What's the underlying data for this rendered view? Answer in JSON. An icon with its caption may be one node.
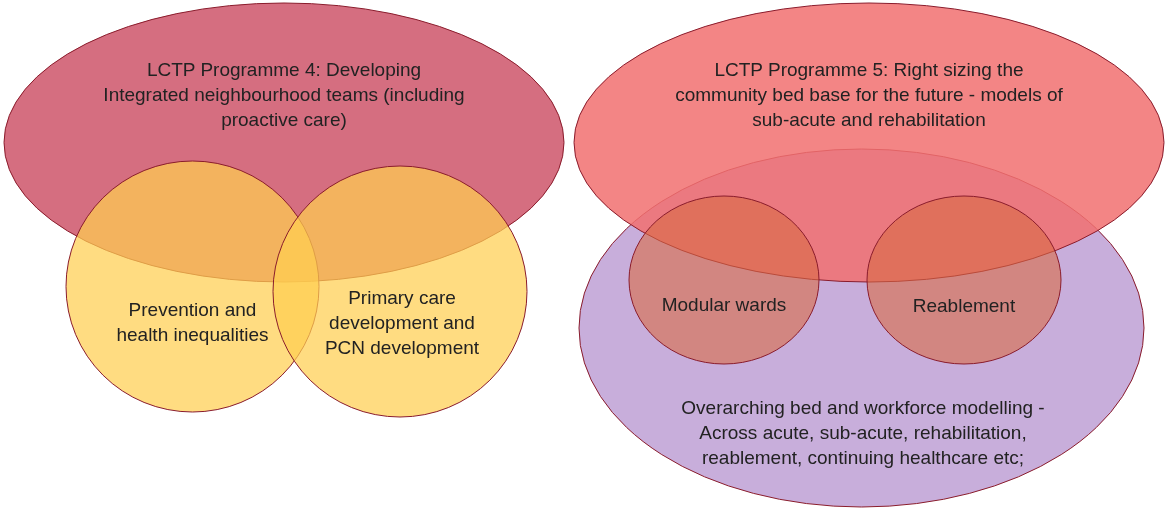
{
  "diagram": {
    "nodes": [
      {
        "text": [
          "LCTP Programme 4: Developing Integrated neighbourhood teams (including proactive care)"
        ]
      },
      {
        "text": [
          "Prevention and health inequalities"
        ]
      },
      {
        "text": [
          "Primary care development and PCN development"
        ]
      },
      {
        "text": [
          "Overarching bed and workforce modelling -  Across acute, sub-acute, rehabilitation, reablement, continuing healthcare etc;"
        ]
      },
      {
        "text": [
          "LCTP Programme 5: Right sizing the community bed base for the future - models of sub-acute and rehabilitation"
        ]
      },
      {
        "text": [
          "Modular wards"
        ],
        "in": 3
      },
      {
        "text": [
          "Reablement"
        ],
        "in": 3
      }
    ],
    "edges": []
  }
}
